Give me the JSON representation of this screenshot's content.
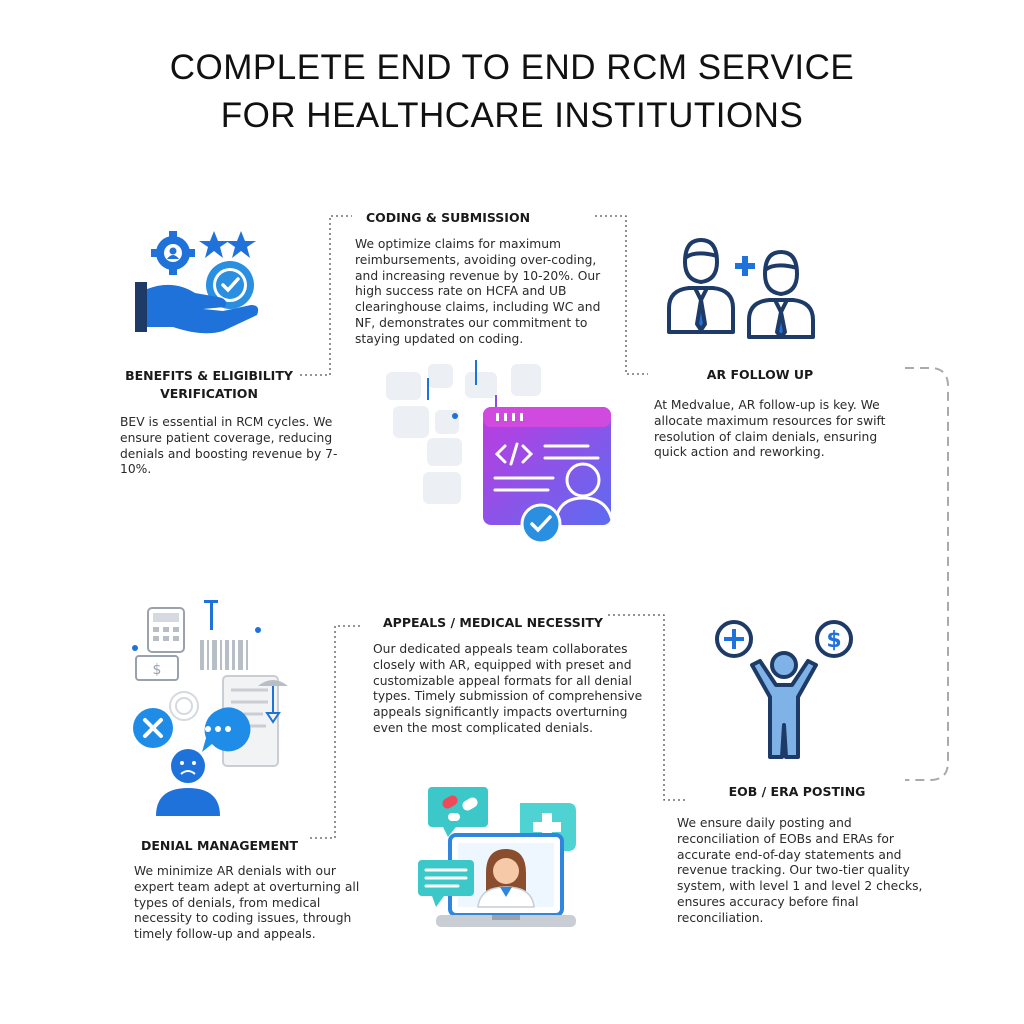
{
  "title": {
    "line1": "COMPLETE END TO END RCM SERVICE",
    "line2": "FOR HEALTHCARE INSTITUTIONS"
  },
  "sections": {
    "coding": {
      "heading": "CODING & SUBMISSION",
      "body": "We optimize claims for maximum reimbursements, avoiding over-coding, and increasing revenue by 10-20%.  Our high success rate on HCFA and UB clearinghouse claims, including WC and NF, demonstrates our commitment to staying updated on coding."
    },
    "bev": {
      "heading": "BENEFITS & ELIGIBILITY VERIFICATION",
      "body": "BEV is essential in RCM cycles. We ensure patient coverage, reducing denials and boosting revenue by 7-10%."
    },
    "ar": {
      "heading": "AR FOLLOW UP",
      "body": "At Medvalue, AR follow-up is key. We allocate maximum resources for swift resolution of claim denials, ensuring quick action and reworking."
    },
    "appeals": {
      "heading": "APPEALS / MEDICAL NECESSITY",
      "body": "Our dedicated appeals team collaborates closely with AR, equipped with preset and customizable appeal formats for all denial types. Timely submission of comprehensive appeals significantly impacts overturning even the most complicated denials."
    },
    "eob": {
      "heading": "EOB / ERA POSTING",
      "body": "We ensure daily posting and reconciliation of EOBs and ERAs for accurate end-of-day statements and revenue tracking. Our two-tier quality system, with level 1 and level 2 checks, ensures accuracy before final reconciliation."
    },
    "denial": {
      "heading": "DENIAL MANAGEMENT",
      "body": "We minimize AR denials with our expert team adept at overturning all types of denials, from medical necessity to coding issues, through timely follow-up and appeals."
    }
  },
  "colors": {
    "blue": "#1f72d9",
    "navy": "#1d3b66",
    "light_blue": "#7fb3e8",
    "purple": "#8a4de8",
    "teal": "#3cc8c8",
    "line_gray": "#555555"
  }
}
